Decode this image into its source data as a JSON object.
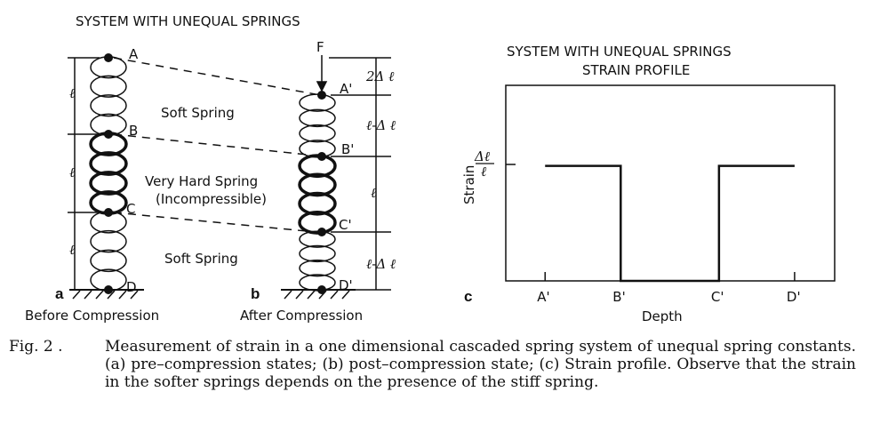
{
  "diagram": {
    "title": "SYSTEM WITH UNEQUAL SPRINGS",
    "panel_a": {
      "letter": "a",
      "caption": "Before Compression",
      "points": [
        "A",
        "B",
        "C",
        "D"
      ],
      "dims": [
        "ℓ",
        "ℓ",
        "ℓ"
      ]
    },
    "panel_b": {
      "letter": "b",
      "caption": "After Compression",
      "points": [
        "A'",
        "B'",
        "C'",
        "D'"
      ],
      "force": "F",
      "dims": [
        "2Δ ℓ",
        "ℓ-Δ ℓ",
        "ℓ",
        "ℓ-Δ ℓ"
      ]
    },
    "labels": {
      "soft_top": "Soft Spring",
      "hard": "Very Hard Spring",
      "hard_sub": "(Incompressible)",
      "soft_bottom": "Soft Spring"
    }
  },
  "chart_data": {
    "type": "line",
    "panel_letter": "c",
    "title": "SYSTEM WITH UNEQUAL SPRINGS",
    "subtitle": "STRAIN PROFILE",
    "xlabel": "Depth",
    "ylabel": "Strain",
    "ytick_label_num": "Δℓ",
    "ytick_label_den": "ℓ",
    "xticks": [
      {
        "label": "A'",
        "x": 0
      },
      {
        "label": "B'",
        "x": 1
      },
      {
        "label": "C'",
        "x": 2.3
      },
      {
        "label": "D'",
        "x": 3.3
      }
    ],
    "xlim": [
      -0.52,
      3.83
    ],
    "ylim": [
      0,
      1.7
    ],
    "series": [
      {
        "name": "strain",
        "x": [
          0,
          1,
          1,
          2.3,
          2.3,
          3.3
        ],
        "y": [
          1,
          1,
          0,
          0,
          1,
          1
        ]
      }
    ]
  },
  "caption": {
    "fig_label": "Fig. 2 .",
    "text": "Measurement of strain in a one dimensional cascaded spring system of unequal spring constants. (a) pre–compression states; (b) post–compression state; (c) Strain profile.  Observe that the strain in the softer springs depends on the presence of the stiff spring."
  }
}
